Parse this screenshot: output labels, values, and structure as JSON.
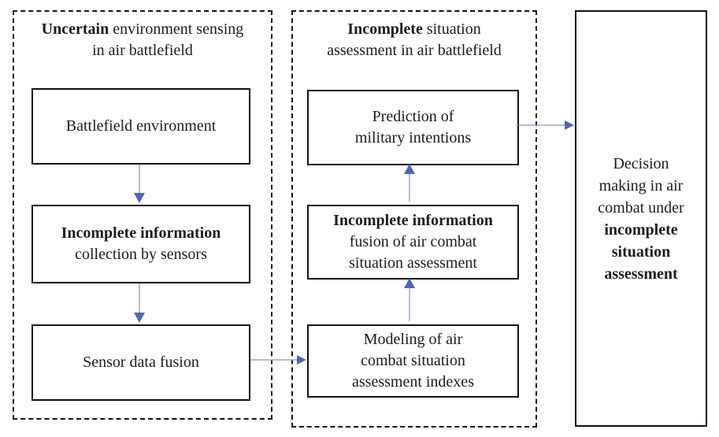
{
  "figure": {
    "background": "#ffffff",
    "text_color": "#1c1c1c",
    "border_color": "#111111",
    "arrow_line_color": "#9aa3c2",
    "arrow_head_color": "#5565ad"
  },
  "left_panel": {
    "title": {
      "bold": "Uncertain",
      "rest": " environment sensing",
      "line2": "in air battlefield"
    },
    "battlefield_box": {
      "line1": "Battlefield environment"
    },
    "collection_box": {
      "bold_line": "Incomplete information",
      "line2": "collection by sensors"
    },
    "sensor_fusion_box": {
      "line1": "Sensor data fusion"
    }
  },
  "middle_panel": {
    "title": {
      "bold": "Incomplete",
      "rest": " situation",
      "line2": "assessment in air battlefield"
    },
    "prediction_box": {
      "line1": "Prediction of",
      "line2": "military intentions"
    },
    "info_fusion_box": {
      "bold_line": "Incomplete information",
      "line2": "fusion of air combat",
      "line3": "situation assessment"
    },
    "modeling_box": {
      "line1": "Modeling of air",
      "line2": "combat situation",
      "line3": "assessment indexes"
    }
  },
  "right_panel": {
    "line1": "Decision",
    "line2": "making in air",
    "line3": "combat under",
    "bold_line1": "incomplete",
    "bold_line2": "situation",
    "bold_line3": "assessment"
  },
  "flow": [
    {
      "from": "battlefield-environment",
      "to": "information-collection",
      "direction": "down"
    },
    {
      "from": "information-collection",
      "to": "sensor-data-fusion",
      "direction": "down"
    },
    {
      "from": "sensor-data-fusion",
      "to": "modeling-indexes",
      "direction": "right"
    },
    {
      "from": "modeling-indexes",
      "to": "information-fusion",
      "direction": "up"
    },
    {
      "from": "information-fusion",
      "to": "intention-prediction",
      "direction": "up"
    },
    {
      "from": "intention-prediction",
      "to": "decision-making",
      "direction": "right"
    }
  ]
}
